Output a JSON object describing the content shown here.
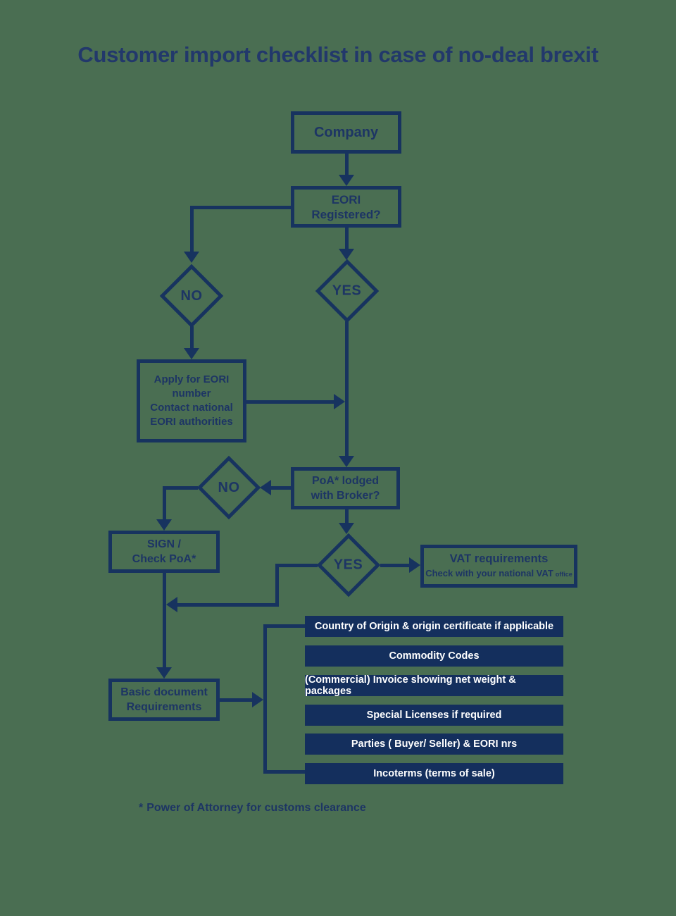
{
  "colors": {
    "background": "#4a6e52",
    "navy_stroke": "#17335f",
    "navy_text": "#1d3564",
    "bar_fill": "#142f5d",
    "bar_text": "#ffffff"
  },
  "title": "Customer import checklist in case of no-deal brexit",
  "flowchart": {
    "company": "Company",
    "eori_question": "EORI\nRegistered?",
    "no_eori": "NO",
    "yes_eori": "YES",
    "apply_eori": "Apply for EORI\nnumber\nContact national\nEORI authorities",
    "poa_question": "PoA* lodged\nwith Broker?",
    "no_poa": "NO",
    "yes_poa": "YES",
    "sign_poa": "SIGN /\nCheck PoA*",
    "vat_title": "VAT requirements",
    "vat_sub": "Check with your national VAT",
    "vat_sub_small": "office",
    "basic_docs": "Basic document\nRequirements"
  },
  "checklist": [
    "Country of Origin & origin certificate if applicable",
    "Commodity Codes",
    "(Commercial) Invoice showing net weight & packages",
    "Special Licenses if required",
    "Parties ( Buyer/ Seller) & EORI nrs",
    "Incoterms (terms of sale)"
  ],
  "footnote": {
    "marker": "*",
    "text": "Power of Attorney for customs clearance"
  }
}
